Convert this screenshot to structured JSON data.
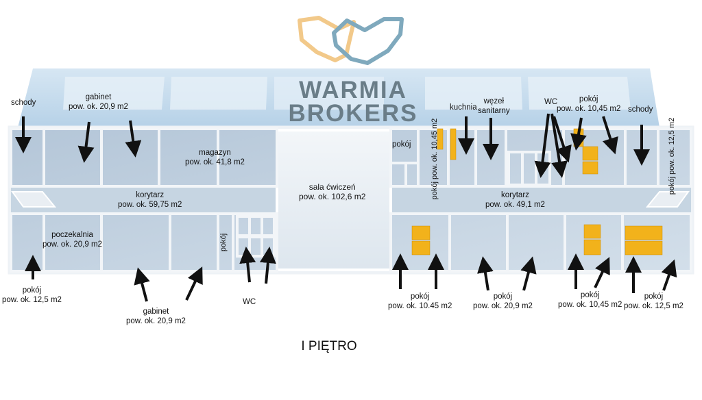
{
  "logo": {
    "line1": "WARMIA",
    "line2": "BROKERS",
    "colors": {
      "orange": "#f2c98a",
      "blue": "#7fa9bd",
      "text": "#6a7d88"
    }
  },
  "floor_label": "I PIĘTRO",
  "rooms": {
    "schody_left": "schody",
    "gabinet_top": {
      "name": "gabinet",
      "area": "pow. ok. 20,9 m2"
    },
    "magazyn": {
      "name": "magazyn",
      "area": "pow. ok. 41,8 m2"
    },
    "korytarz_left": {
      "name": "korytarz",
      "area": "pow. ok. 59,75 m2"
    },
    "poczekalnia": {
      "name": "poczekalnia",
      "area": "pow. ok. 20,9 m2"
    },
    "pokoj_small_vertical": "pokój",
    "sala": {
      "name": "sala ćwiczeń",
      "area": "pow. ok. 102,6 m2"
    },
    "pokoj_left_bottom": {
      "name": "pokój",
      "area": "pow. ok. 12,5 m2"
    },
    "gabinet_bottom": {
      "name": "gabinet",
      "area": "pow. ok. 20,9 m2"
    },
    "wc_bottom": "WC",
    "kuchnia": "kuchnia",
    "wezel": {
      "line1": "węzeł",
      "line2": "sanitarny"
    },
    "wc_top": "WC",
    "pokoj_top_right": {
      "name": "pokój",
      "area": "pow. ok. 10,45 m2"
    },
    "schody_right": "schody",
    "pokoj_small": "pokój",
    "pokoj_vertical_1045": "pokój pow. ok. 10,45 m2",
    "pokoj_vertical_125": "pokój pow. ok. 12,5 m2",
    "korytarz_right": {
      "name": "korytarz",
      "area": "pow. ok. 49,1 m2"
    },
    "pokoj_b1": {
      "name": "pokój",
      "area": "pow. ok. 10.45 m2"
    },
    "pokoj_b2": {
      "name": "pokój",
      "area": "pow. ok. 20,9 m2"
    },
    "pokoj_b3": {
      "name": "pokój",
      "area": "pow. ok. 10,45 m2"
    },
    "pokoj_b4": {
      "name": "pokój",
      "area": "pow. ok. 12,5 m2"
    }
  }
}
